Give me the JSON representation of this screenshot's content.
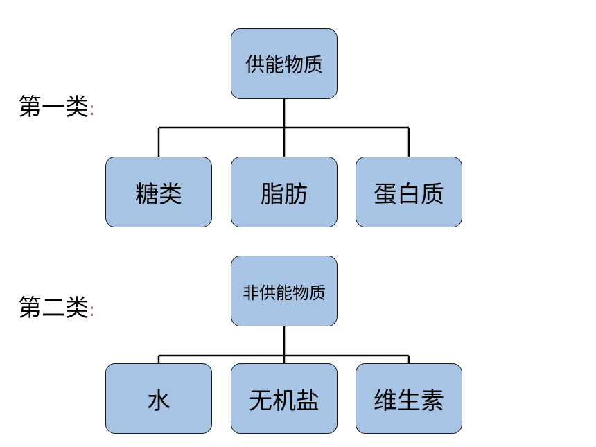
{
  "diagrams": [
    {
      "label": "第一类",
      "colon": ":",
      "root": "供能物质",
      "children": [
        "糖类",
        "脂肪",
        "蛋白质"
      ]
    },
    {
      "label": "第二类",
      "colon": ":",
      "root": "非供能物质",
      "children": [
        "水",
        "无机盐",
        "维生素"
      ]
    }
  ],
  "colors": {
    "box_fill": "#a7c4e5",
    "box_border": "#1a1a1a",
    "colon": "#e53935"
  }
}
